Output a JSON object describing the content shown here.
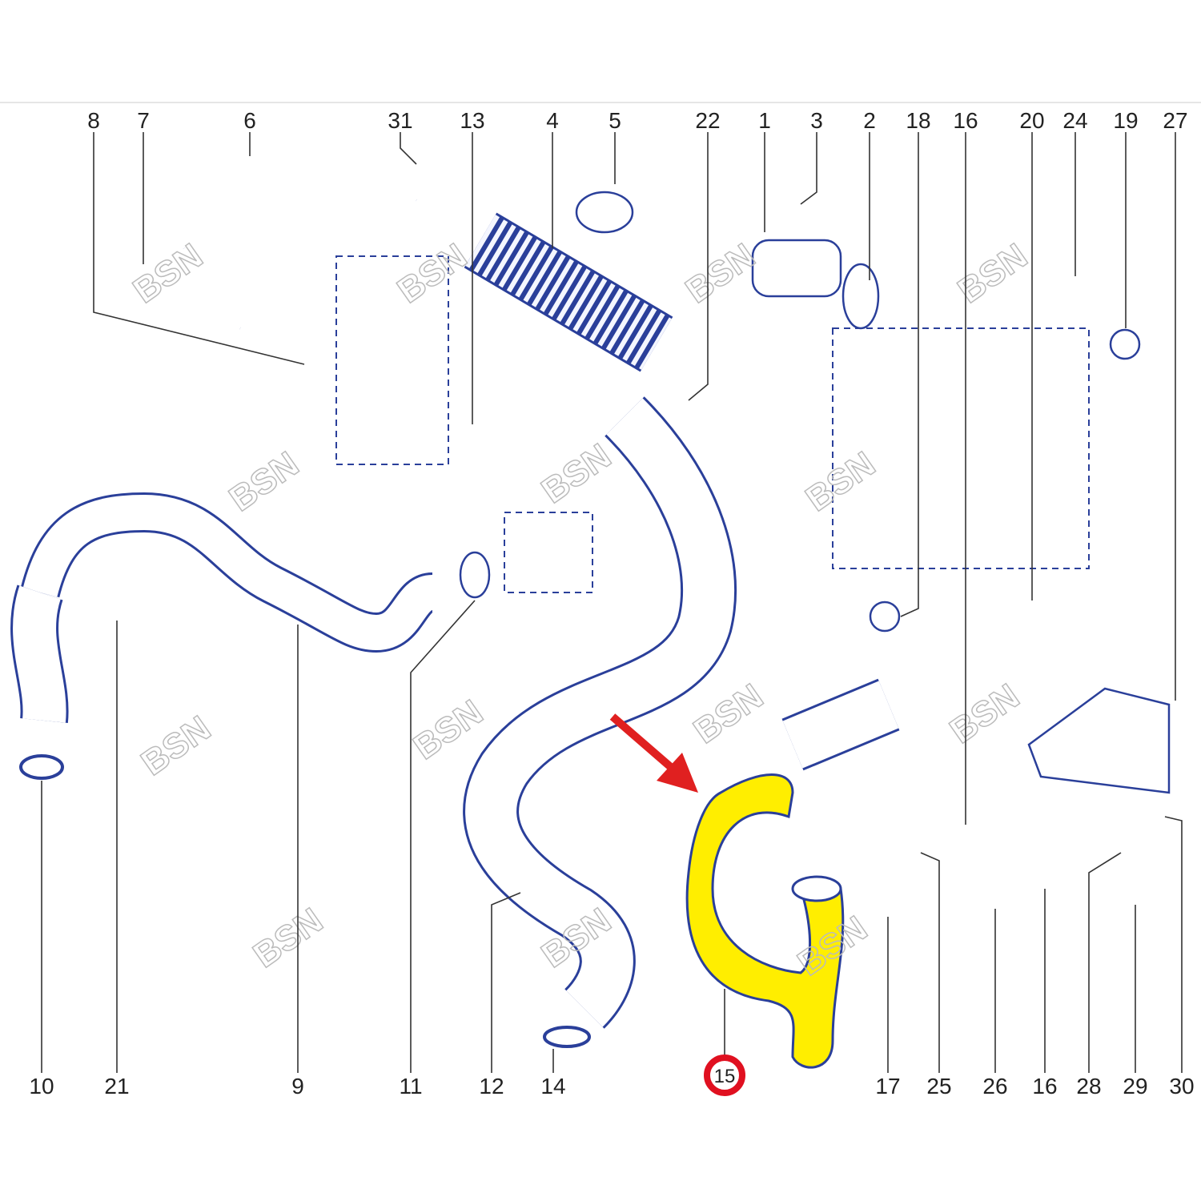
{
  "diagram": {
    "top_labels": [
      "8",
      "7",
      "6",
      "31",
      "13",
      "4",
      "5",
      "22",
      "1",
      "3",
      "2",
      "18",
      "16",
      "20",
      "24",
      "19",
      "27"
    ],
    "bottom_labels": [
      "10",
      "21",
      "9",
      "11",
      "12",
      "14",
      "15",
      "17",
      "25",
      "26",
      "16",
      "28",
      "29",
      "30"
    ],
    "highlighted_part": "15",
    "watermark": "BSN",
    "colors": {
      "line": "#2a3f9a",
      "highlight": "#ffee00",
      "marker": "#e01020",
      "arrow": "#e02020"
    }
  }
}
